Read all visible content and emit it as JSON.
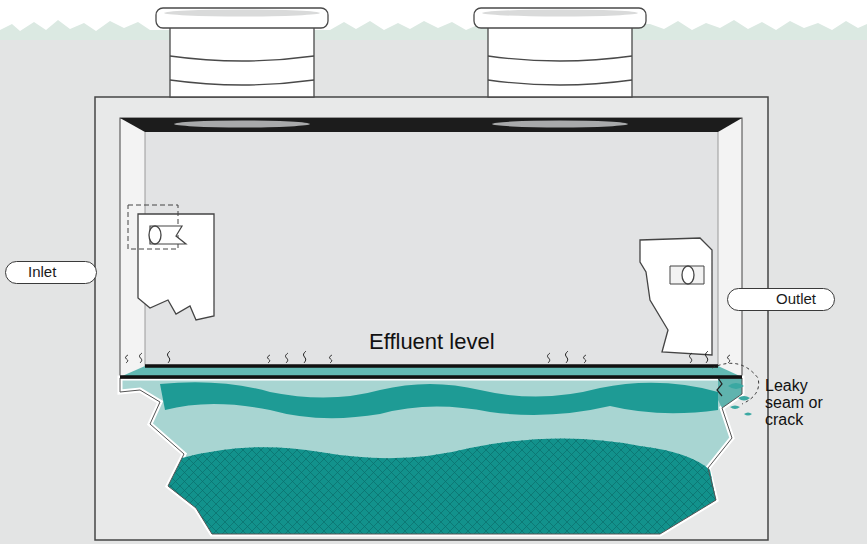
{
  "diagram": {
    "nodes": [
      {
        "text": [
          "Inlet"
        ]
      },
      {
        "text": [
          "Outlet"
        ]
      }
    ],
    "labels": [
      "Effluent level",
      "Leaky seam or crack"
    ]
  }
}
